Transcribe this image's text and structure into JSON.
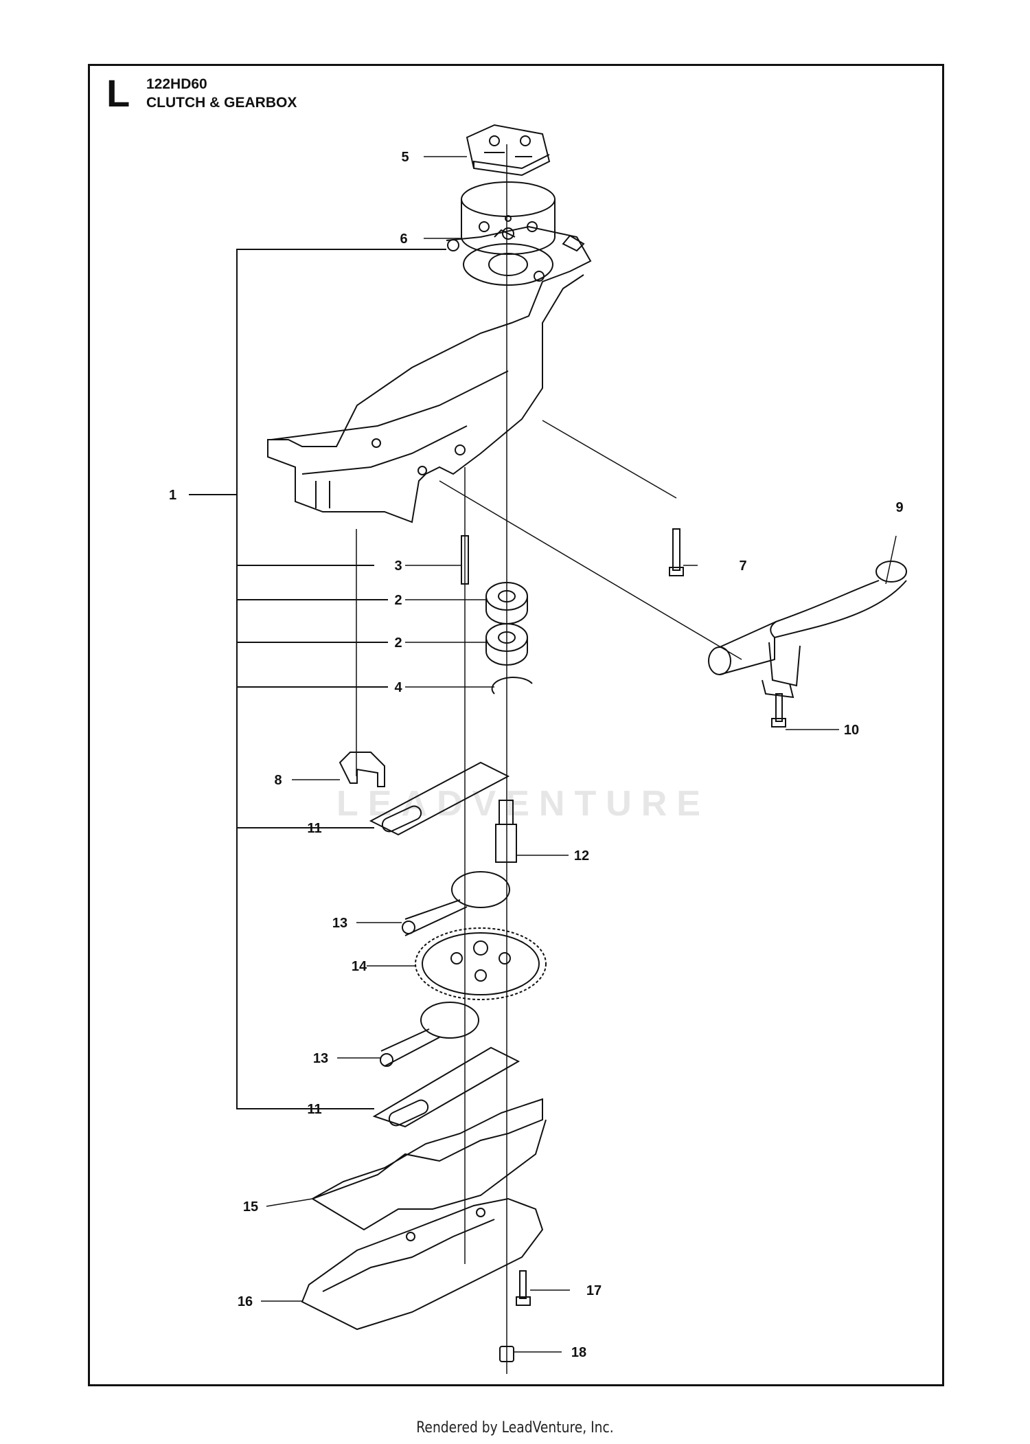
{
  "diagram": {
    "section_letter": "L",
    "model": "122HD60",
    "title": "CLUTCH & GEARBOX",
    "watermark": "LEADVENTURE",
    "footer": "Rendered by LeadVenture, Inc.",
    "callouts": [
      "1",
      "2",
      "2",
      "3",
      "4",
      "5",
      "6",
      "7",
      "8",
      "9",
      "10",
      "11",
      "11",
      "12",
      "13",
      "13",
      "14",
      "15",
      "16",
      "17",
      "18"
    ]
  }
}
